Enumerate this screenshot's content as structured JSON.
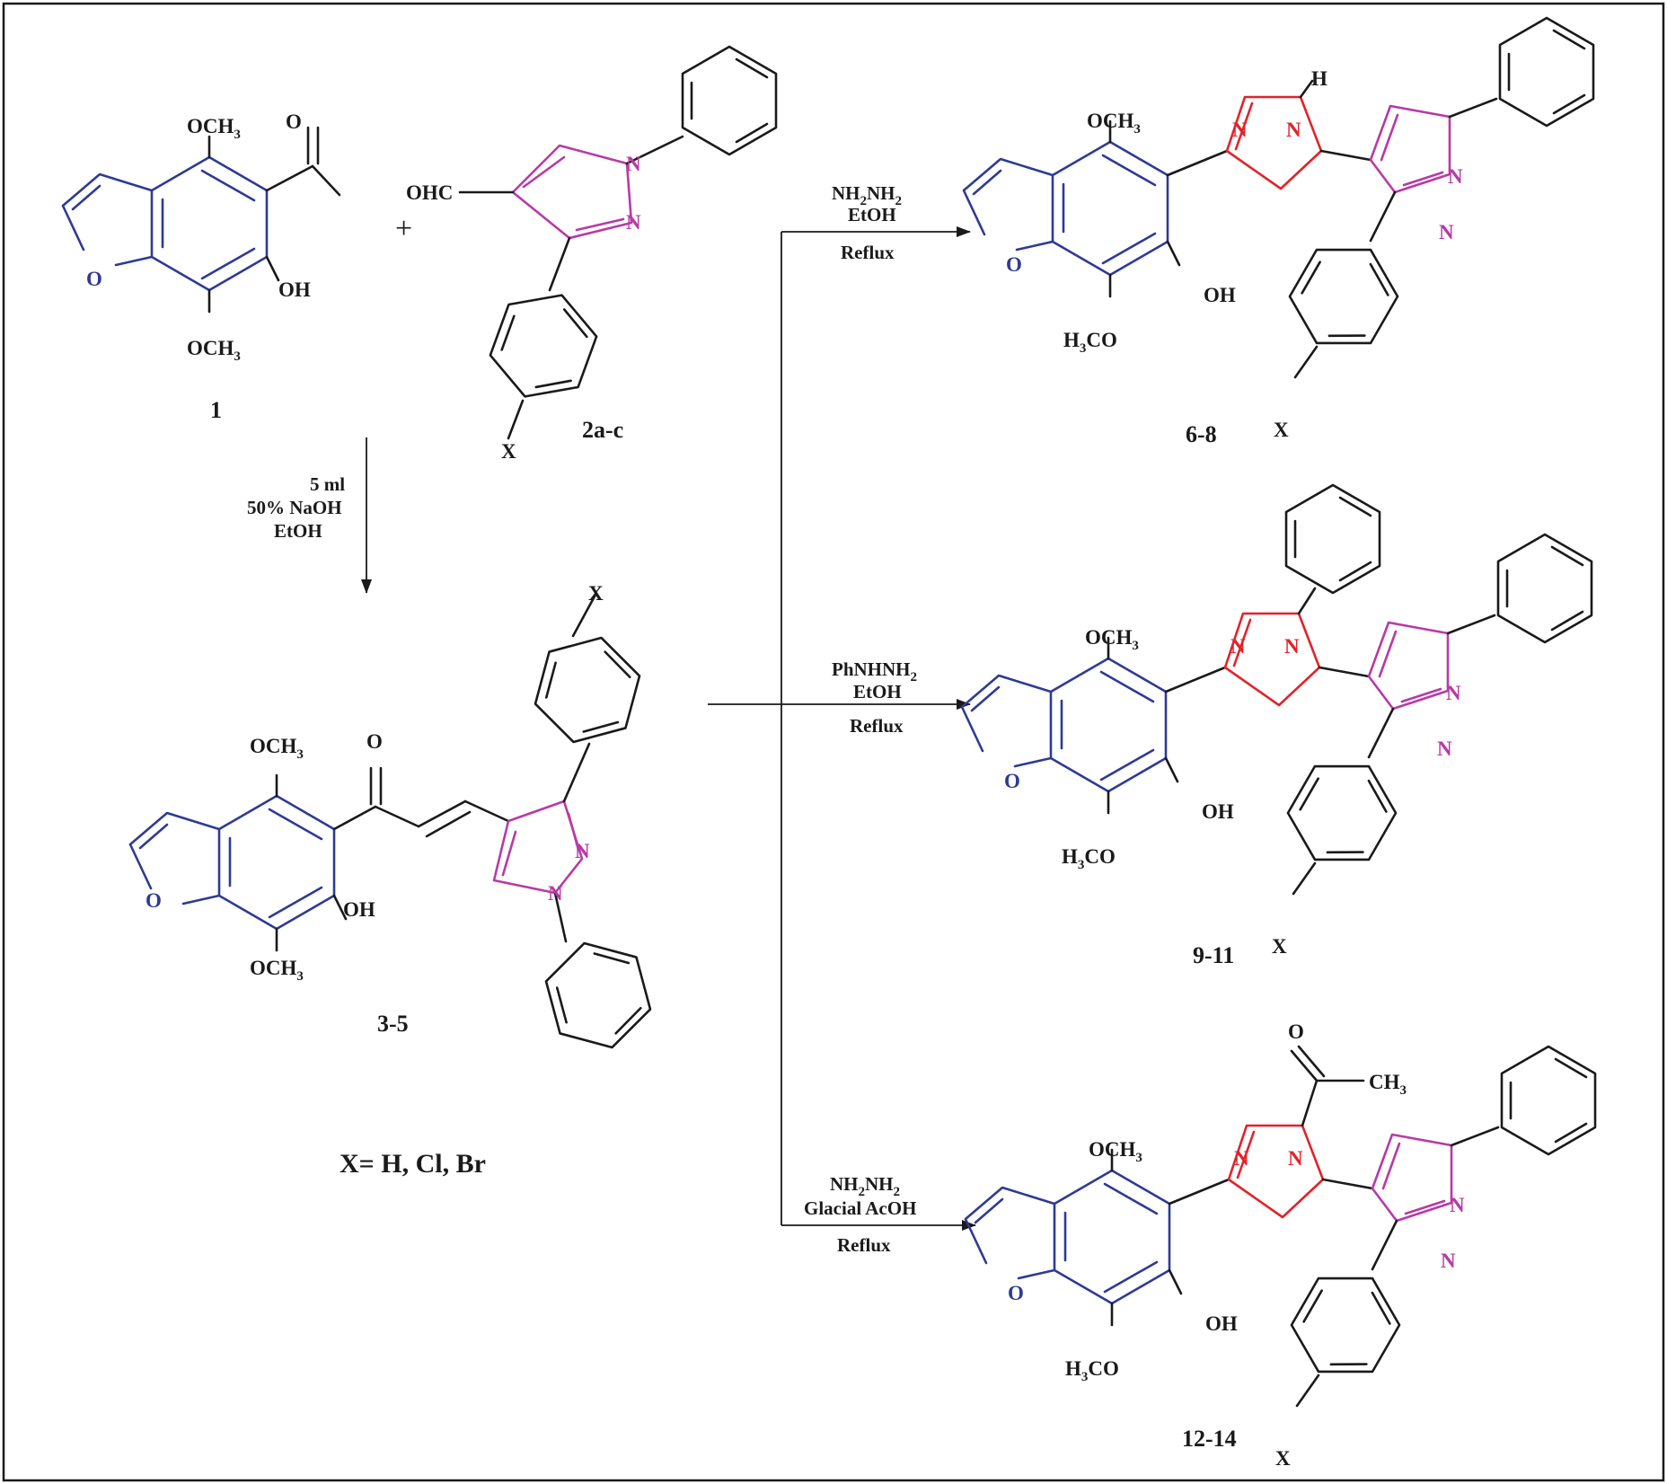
{
  "compounds": {
    "c1": "1",
    "c2": "2a-c",
    "c3": "3-5",
    "c6": "6-8",
    "c9": "9-11",
    "c12": "12-14"
  },
  "operators": {
    "plus": "+"
  },
  "substituent_note": "X= H, Cl, Br",
  "conditions": {
    "step1": [
      "5 ml",
      "50% NaOH",
      "EtOH"
    ],
    "route_a": {
      "reagent": "NH2NH2",
      "solvent": "EtOH",
      "action": "Reflux"
    },
    "route_b": {
      "reagent": "PhNHNH2",
      "solvent": "EtOH",
      "action": "Reflux"
    },
    "route_c": {
      "reagent": "NH2NH2",
      "solvent": "Glacial AcOH",
      "action": "Reflux"
    }
  },
  "atoms": {
    "ome_top": "OCH3",
    "ome_bottom": "OCH3",
    "h3co": "H3CO",
    "oh": "OH",
    "o": "O",
    "n": "N",
    "h": "H",
    "x": "X",
    "cho": "OHC",
    "ch3": "CH3"
  },
  "colors": {
    "benzofuran": "#2e3a95",
    "pyrazole": "#b73aa6",
    "pyrazoline": "#e2232a",
    "ink": "#1a1a1a"
  }
}
